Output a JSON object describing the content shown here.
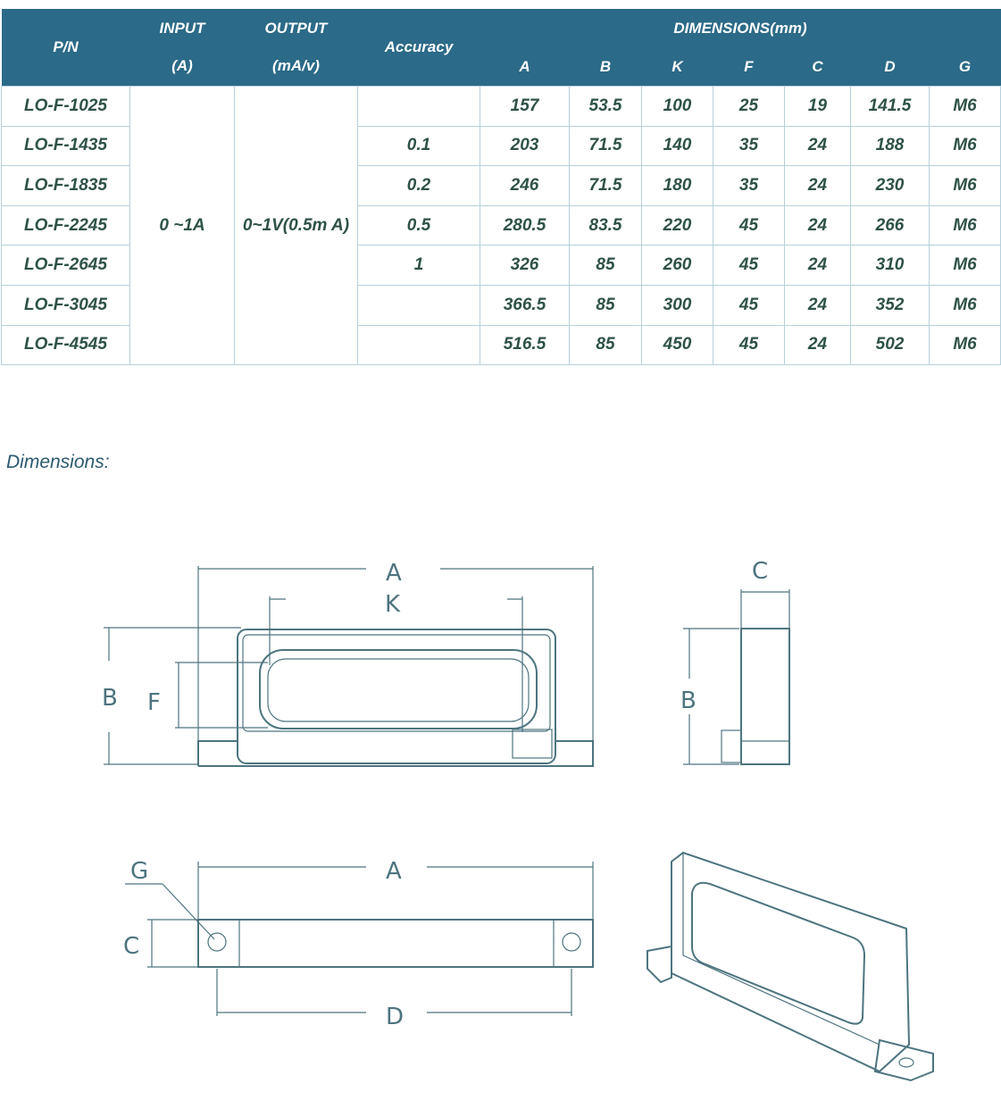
{
  "table": {
    "headers": {
      "pn": "P/N",
      "input": "INPUT",
      "input_unit": "(A)",
      "output": "OUTPUT",
      "output_unit": "(mA/v)",
      "accuracy": "Accuracy",
      "dimensions": "DIMENSIONS(mm)",
      "dim_cols": [
        "A",
        "B",
        "K",
        "F",
        "C",
        "D",
        "G"
      ]
    },
    "input_value": "0 ~1A",
    "output_value": "0~1V(0.5m A)",
    "rows": [
      {
        "pn": "LO-F-1025",
        "accuracy": "",
        "A": "157",
        "B": "53.5",
        "K": "100",
        "F": "25",
        "C": "19",
        "D": "141.5",
        "G": "M6"
      },
      {
        "pn": "LO-F-1435",
        "accuracy": "0.1",
        "A": "203",
        "B": "71.5",
        "K": "140",
        "F": "35",
        "C": "24",
        "D": "188",
        "G": "M6"
      },
      {
        "pn": "LO-F-1835",
        "accuracy": "0.2",
        "A": "246",
        "B": "71.5",
        "K": "180",
        "F": "35",
        "C": "24",
        "D": "230",
        "G": "M6"
      },
      {
        "pn": "LO-F-2245",
        "accuracy": "0.5",
        "A": "280.5",
        "B": "83.5",
        "K": "220",
        "F": "45",
        "C": "24",
        "D": "266",
        "G": "M6"
      },
      {
        "pn": "LO-F-2645",
        "accuracy": "1",
        "A": "326",
        "B": "85",
        "K": "260",
        "F": "45",
        "C": "24",
        "D": "310",
        "G": "M6"
      },
      {
        "pn": "LO-F-3045",
        "accuracy": "",
        "A": "366.5",
        "B": "85",
        "K": "300",
        "F": "45",
        "C": "24",
        "D": "352",
        "G": "M6"
      },
      {
        "pn": "LO-F-4545",
        "accuracy": "",
        "A": "516.5",
        "B": "85",
        "K": "450",
        "F": "45",
        "C": "24",
        "D": "502",
        "G": "M6"
      }
    ]
  },
  "section_title": "Dimensions:",
  "drawing_labels": {
    "A": "A",
    "K": "K",
    "B": "B",
    "F": "F",
    "C": "C",
    "G": "G",
    "D": "D"
  }
}
